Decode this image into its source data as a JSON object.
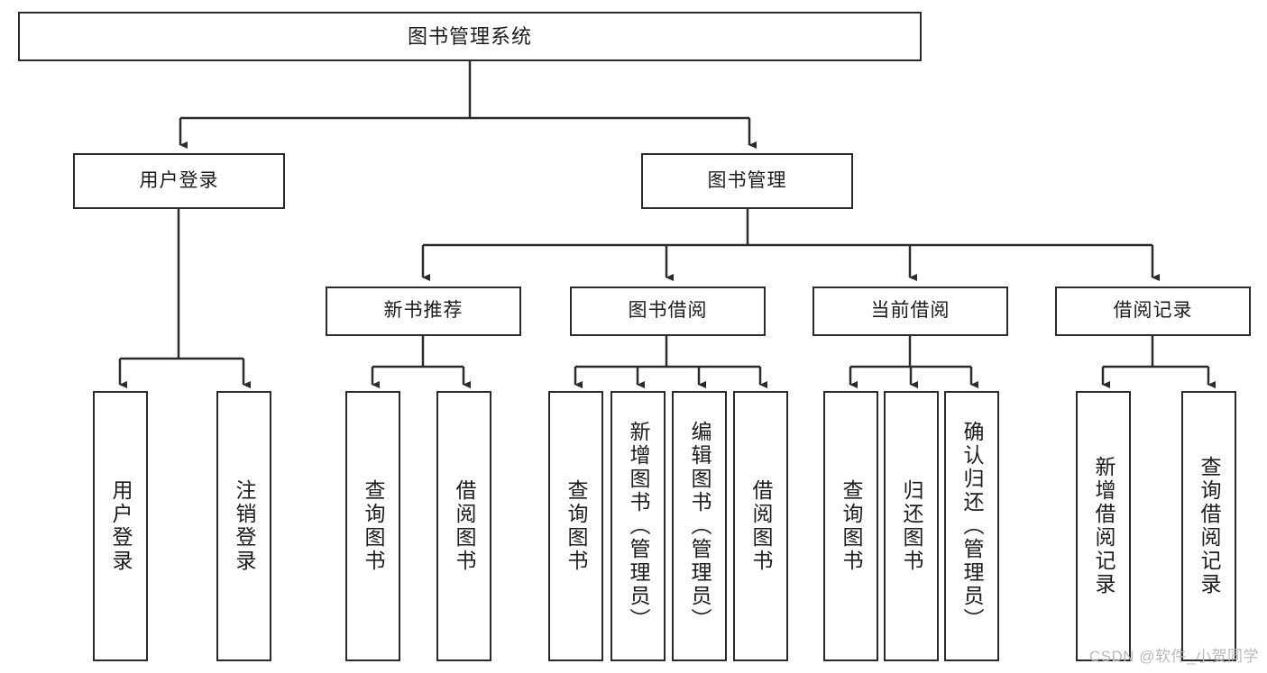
{
  "diagram": {
    "type": "tree",
    "title": "图书管理系统",
    "watermark": "CSDN @软件_小贺同学",
    "colors": {
      "stroke": "#2b2b2b",
      "fill": "#ffffff",
      "text": "#1c1c1c",
      "watermark": "#b9b9b9"
    },
    "nodes": {
      "root": {
        "label": "图书管理系统"
      },
      "level2": [
        {
          "label": "用户登录"
        },
        {
          "label": "图书管理"
        }
      ],
      "level3": [
        {
          "label": "新书推荐"
        },
        {
          "label": "图书借阅"
        },
        {
          "label": "当前借阅"
        },
        {
          "label": "借阅记录"
        }
      ],
      "leaves": {
        "user_login": [
          {
            "label": "用户登录"
          },
          {
            "label": "注销登录"
          }
        ],
        "new_book": [
          {
            "label": "查询图书"
          },
          {
            "label": "借阅图书"
          }
        ],
        "book_borrow": [
          {
            "label": "查询图书"
          },
          {
            "label": "新增图书（管理员）"
          },
          {
            "label": "编辑图书（管理员）"
          },
          {
            "label": "借阅图书"
          }
        ],
        "current_borrow": [
          {
            "label": "查询图书"
          },
          {
            "label": "归还图书"
          },
          {
            "label": "确认归还（管理员）"
          }
        ],
        "borrow_record": [
          {
            "label": "新增借阅记录"
          },
          {
            "label": "查询借阅记录"
          }
        ]
      }
    }
  }
}
